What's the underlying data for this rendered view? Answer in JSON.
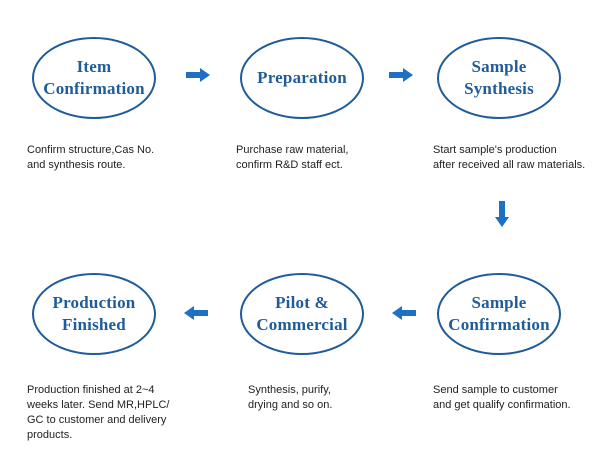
{
  "steps": [
    {
      "label": "Item\nConfirmation",
      "desc": "Confirm structure,Cas No.\nand synthesis route."
    },
    {
      "label": "Preparation",
      "desc": "Purchase raw material,\nconfirm R&D staff ect."
    },
    {
      "label": "Sample\nSynthesis",
      "desc": "Start sample's production\nafter received all raw materials."
    },
    {
      "label": "Sample\nConfirmation",
      "desc": "Send sample to customer\nand get qualify confirmation."
    },
    {
      "label": "Pilot  &\nCommercial",
      "desc": "Synthesis, purify,\ndrying and so on."
    },
    {
      "label": "Production\nFinished",
      "desc": "Production finished at 2~4\nweeks later. Send MR,HPLC/\nGC to customer and delivery\nproducts."
    }
  ],
  "colors": {
    "node_border": "#1f5c99",
    "node_text": "#1f5c99",
    "arrow": "#1f6fc4",
    "desc_text": "#222222"
  }
}
